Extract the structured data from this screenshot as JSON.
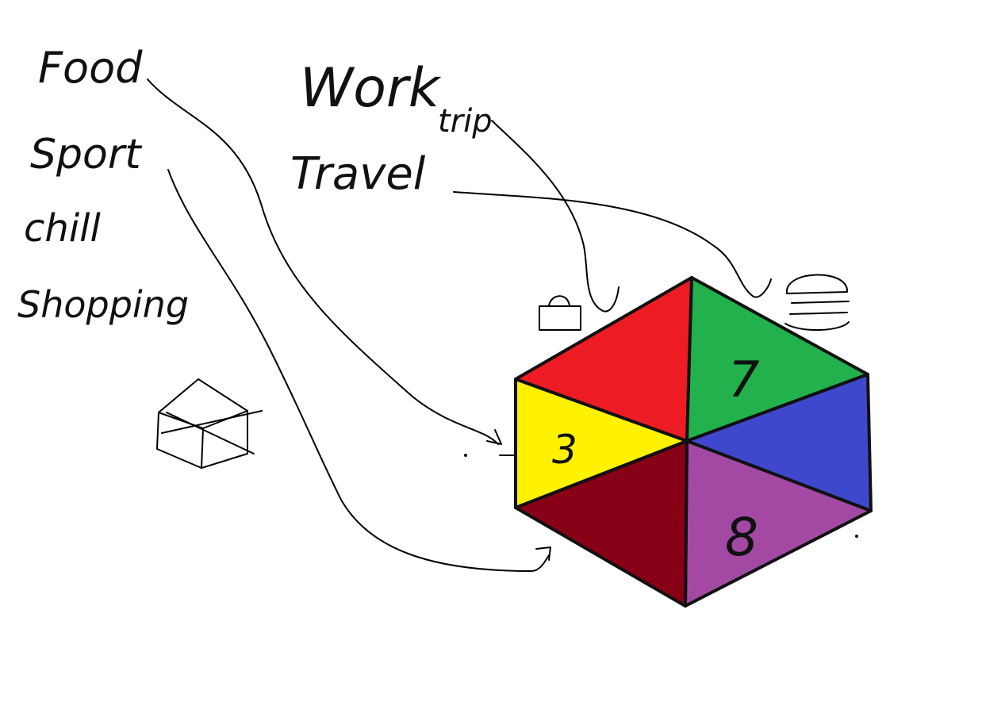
{
  "labels": {
    "food": "Food",
    "sport": "Sport",
    "chill": "chill",
    "shopping": "Shopping",
    "work": "Work",
    "trip": "trip",
    "travel": "Travel"
  },
  "segments": [
    {
      "name": "red",
      "color": "#ed1c24",
      "number": ""
    },
    {
      "name": "green",
      "color": "#22b14c",
      "number": "7"
    },
    {
      "name": "blue",
      "color": "#3f48cc",
      "number": ""
    },
    {
      "name": "purple",
      "color": "#a349a4",
      "number": "8"
    },
    {
      "name": "maroon",
      "color": "#880015",
      "number": ""
    },
    {
      "name": "yellow",
      "color": "#fff200",
      "number": "3"
    }
  ],
  "icons": [
    "cube-icon",
    "briefcase-icon",
    "burger-icon"
  ]
}
